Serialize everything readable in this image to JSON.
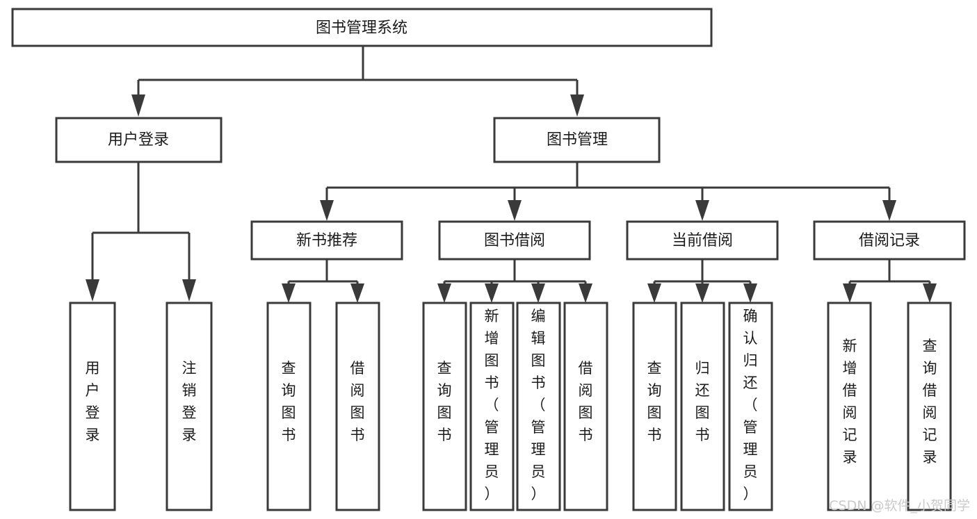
{
  "diagram": {
    "title": "图书管理系统",
    "orientation": "top-down",
    "levels": [
      {
        "level": 1,
        "nodes": [
          {
            "id": "root",
            "label": "图书管理系统",
            "text_direction": "horizontal"
          }
        ]
      },
      {
        "level": 2,
        "nodes": [
          {
            "id": "user-login",
            "label": "用户登录",
            "text_direction": "horizontal",
            "parent": "root"
          },
          {
            "id": "book-mgmt",
            "label": "图书管理",
            "text_direction": "horizontal",
            "parent": "root"
          }
        ]
      },
      {
        "level": 3,
        "nodes": [
          {
            "id": "new-book-rec",
            "label": "新书推荐",
            "text_direction": "horizontal",
            "parent": "book-mgmt"
          },
          {
            "id": "book-borrow",
            "label": "图书借阅",
            "text_direction": "horizontal",
            "parent": "book-mgmt"
          },
          {
            "id": "current-borrow",
            "label": "当前借阅",
            "text_direction": "horizontal",
            "parent": "book-mgmt"
          },
          {
            "id": "borrow-record",
            "label": "借阅记录",
            "text_direction": "horizontal",
            "parent": "book-mgmt"
          }
        ]
      },
      {
        "level": 4,
        "nodes": [
          {
            "id": "leaf-user-login",
            "label": "用户登录",
            "text_direction": "vertical",
            "parent": "user-login"
          },
          {
            "id": "leaf-user-logout",
            "label": "注销登录",
            "text_direction": "vertical",
            "parent": "user-login"
          },
          {
            "id": "leaf-rec-query",
            "label": "查询图书",
            "text_direction": "vertical",
            "parent": "new-book-rec"
          },
          {
            "id": "leaf-rec-borrow",
            "label": "借阅图书",
            "text_direction": "vertical",
            "parent": "new-book-rec"
          },
          {
            "id": "leaf-borrow-query",
            "label": "查询图书",
            "text_direction": "vertical",
            "parent": "book-borrow"
          },
          {
            "id": "leaf-borrow-add",
            "label": "新增图书（管理员）",
            "text_direction": "vertical",
            "parent": "book-borrow"
          },
          {
            "id": "leaf-borrow-edit",
            "label": "编辑图书（管理员）",
            "text_direction": "vertical",
            "parent": "book-borrow"
          },
          {
            "id": "leaf-borrow-lend",
            "label": "借阅图书",
            "text_direction": "vertical",
            "parent": "book-borrow"
          },
          {
            "id": "leaf-current-query",
            "label": "查询图书",
            "text_direction": "vertical",
            "parent": "current-borrow"
          },
          {
            "id": "leaf-current-return",
            "label": "归还图书",
            "text_direction": "vertical",
            "parent": "current-borrow"
          },
          {
            "id": "leaf-current-confirm",
            "label": "确认归还（管理员）",
            "text_direction": "vertical",
            "parent": "current-borrow"
          },
          {
            "id": "leaf-record-add",
            "label": "新增借阅记录",
            "text_direction": "vertical",
            "parent": "borrow-record"
          },
          {
            "id": "leaf-record-query",
            "label": "查询借阅记录",
            "text_direction": "vertical",
            "parent": "borrow-record"
          }
        ]
      }
    ]
  },
  "watermark": {
    "text": "CSDN @软件_小贺同学"
  },
  "colors": {
    "box_stroke": "#3a3a3a",
    "box_fill": "#ffffff",
    "connector": "#3a3a3a",
    "label_text": "#1b1b1b",
    "watermark_text": "#c9c9c9",
    "background": "#ffffff"
  }
}
